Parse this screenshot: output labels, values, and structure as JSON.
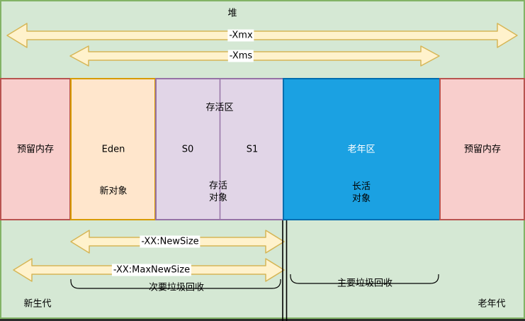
{
  "colors": {
    "canvas_bg": "#d5e8d4",
    "canvas_border": "#82b366",
    "reserved_fill": "#f8cecc",
    "reserved_border": "#b85450",
    "eden_fill": "#ffe6cc",
    "eden_border": "#d79b00",
    "survivor_fill": "#e1d5e7",
    "survivor_border": "#9673a6",
    "old_fill": "#1ba1e2",
    "old_border": "#006eaf",
    "arrow_fill": "#fff2cc",
    "arrow_border": "#d6b656"
  },
  "heap": {
    "title": "堆",
    "xmx_label": "-Xmx",
    "xms_label": "-Xms"
  },
  "blocks": {
    "reserved_left": "预留内存",
    "eden": {
      "title": "Eden",
      "sub": "新对象"
    },
    "survivor": {
      "title": "存活区",
      "s0": "S0",
      "s1": "S1",
      "sub_line1": "存活",
      "sub_line2": "对象"
    },
    "old": {
      "title": "老年区",
      "sub_line1": "长活",
      "sub_line2": "对象"
    },
    "reserved_right": "预留内存"
  },
  "bottom": {
    "newsize_label": "-XX:NewSize",
    "maxnewsize_label": "-XX:MaxNewSize",
    "minor_gc_label": "次要垃圾回收",
    "major_gc_label": "主要垃圾回收",
    "young_gen_label": "新生代",
    "old_gen_label": "老年代"
  }
}
